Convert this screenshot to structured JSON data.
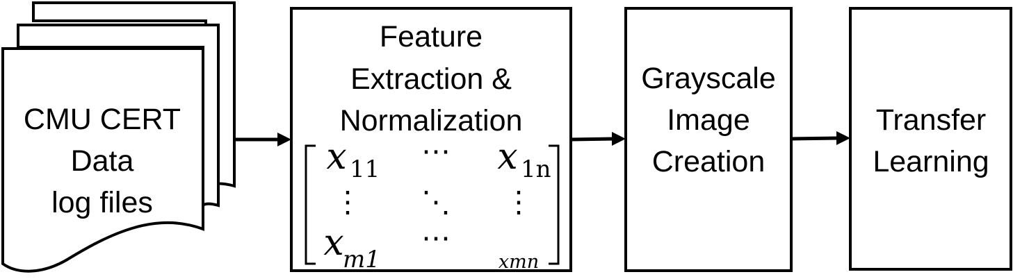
{
  "input": {
    "lines": [
      "CMU CERT",
      "Data",
      "log files"
    ]
  },
  "feature": {
    "lines": [
      "Feature",
      "Extraction &",
      "Normalization"
    ]
  },
  "matrix": {
    "x11": "x",
    "x11_sub": "11",
    "x1n": "x",
    "x1n_sub": "1n",
    "xm1": "x",
    "xm1_sub": "m1",
    "xmn": "xmn",
    "hdots": "⋯",
    "vdots": "⋮",
    "ddots": "⋱"
  },
  "grayscale": {
    "lines": [
      "Grayscale",
      "Image",
      "Creation"
    ]
  },
  "transfer": {
    "lines": [
      "Transfer",
      "Learning"
    ]
  }
}
